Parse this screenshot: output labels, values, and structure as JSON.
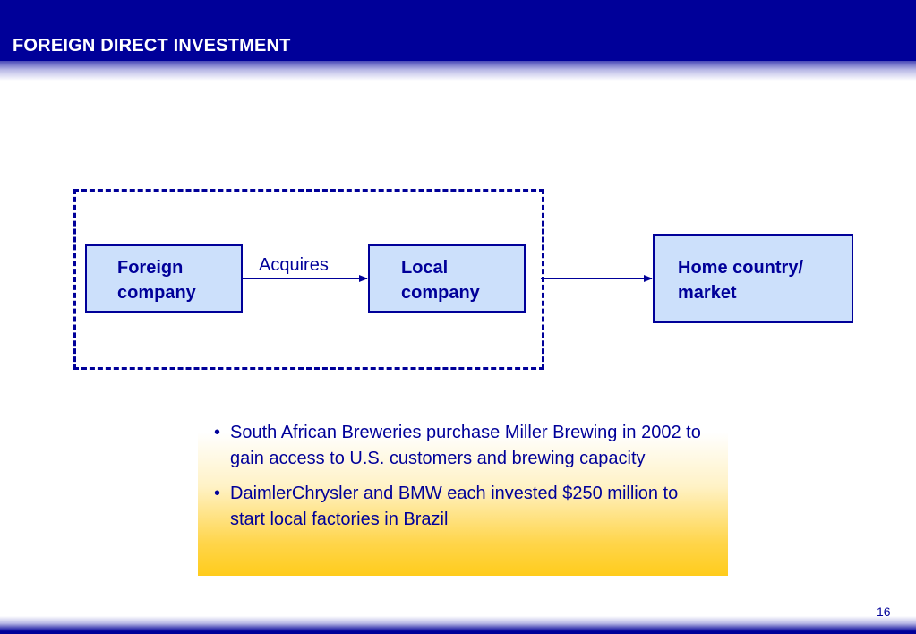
{
  "slide": {
    "title": "FOREIGN DIRECT INVESTMENT",
    "page_number": "16"
  },
  "diagram": {
    "nodes": {
      "foreign_company": "Foreign\ncompany",
      "local_company": "Local\ncompany",
      "home_market": "Home country/\nmarket"
    },
    "edge_label": "Acquires"
  },
  "examples": [
    "South African Breweries purchase Miller Brewing in 2002 to gain access to U.S. customers and brewing capacity",
    "DaimlerChrysler and BMW each invested $250 million to start local factories in Brazil"
  ],
  "colors": {
    "brand_blue": "#000099",
    "node_fill": "#cce0fb",
    "highlight_yellow": "#ffcc1c"
  }
}
